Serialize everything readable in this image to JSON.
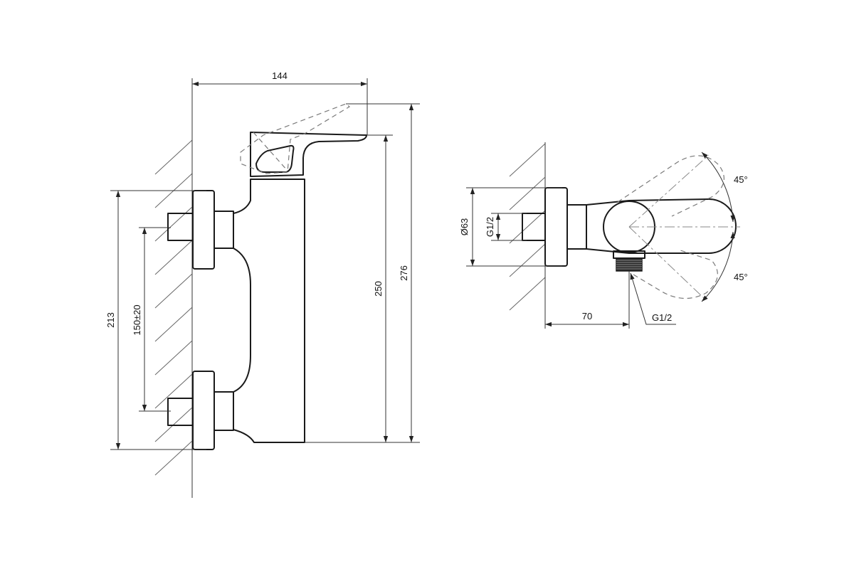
{
  "side_view": {
    "dimensions": {
      "width_top": "144",
      "height_outer": "276",
      "height_body": "250",
      "height_inlets": "213",
      "inlet_spacing": "150±20"
    }
  },
  "end_view": {
    "dimensions": {
      "flange_diameter": "Ø63",
      "inlet_thread": "G1/2",
      "depth_to_outlet": "70",
      "outlet_thread": "G1/2",
      "rotation_up": "45°",
      "rotation_down": "45°"
    }
  },
  "colors": {
    "line": "#1a1a1a",
    "hidden_line": "#7a7a7a",
    "background": "#ffffff"
  }
}
